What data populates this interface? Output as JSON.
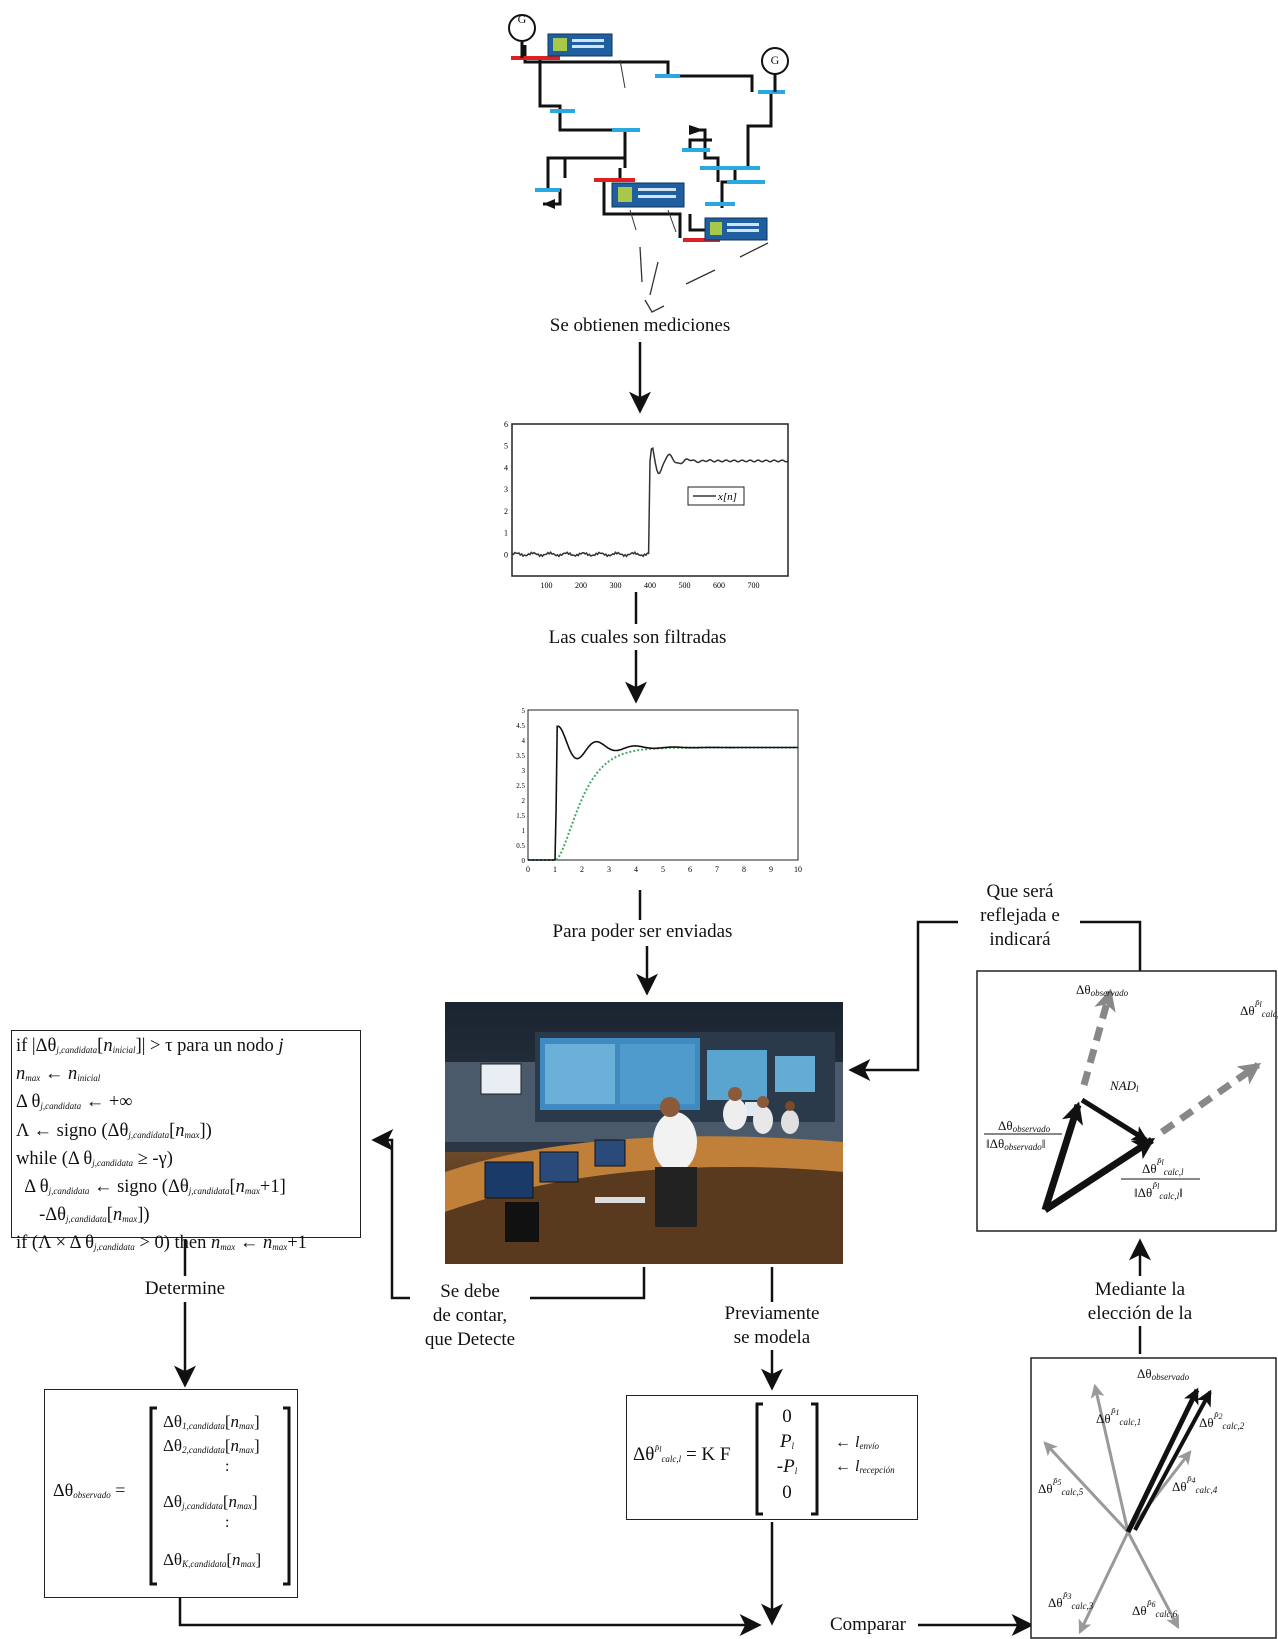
{
  "labels": {
    "measure": "Se obtienen mediciones",
    "filtered": "Las cuales son filtradas",
    "send": "Para poder ser enviadas",
    "reflect1": "Que será",
    "reflect2": "reflejada e",
    "reflect3": "indicará",
    "count1": "Se debe",
    "count2": "de contar,",
    "count3": "que Detecte",
    "determine": "Determine",
    "model1": "Previamente",
    "model2": "se modela",
    "choose1": "Mediante la",
    "choose2": "elección de la",
    "compare": "Comparar"
  },
  "network": {
    "generator_symbol": "G",
    "colors": {
      "line": "#111111",
      "bus_red": "#e02020",
      "bus_blue": "#2aa8e0",
      "device": "#1f5f9f",
      "screen": "#a8c84a"
    }
  },
  "chart_raw": {
    "type": "line",
    "legend": "x[n]",
    "x_ticks": [
      100,
      200,
      300,
      400,
      500,
      600,
      700
    ],
    "y_ticks": [
      0,
      1,
      2,
      3,
      4,
      5,
      6
    ],
    "xlim": [
      0,
      800
    ],
    "ylim": [
      -1,
      6
    ],
    "series": [
      {
        "name": "x[n]",
        "baseline": 0,
        "step_at": 400,
        "peak": 5.4,
        "final": 4.3
      }
    ]
  },
  "chart_filtered": {
    "type": "line",
    "x_ticks": [
      0,
      1,
      2,
      3,
      4,
      5,
      6,
      7,
      8,
      9,
      10
    ],
    "y_ticks": [
      0,
      0.5,
      1,
      1.5,
      2,
      2.5,
      3,
      3.5,
      4,
      4.5,
      5
    ],
    "xlim": [
      0,
      10
    ],
    "ylim": [
      0,
      5
    ],
    "series": [
      {
        "step_at": 1,
        "peak": 4.35,
        "final": 3.75,
        "color": "#111111"
      },
      {
        "step_at": 1,
        "final": 3.75,
        "color": "#44aa66",
        "dashed": true
      }
    ]
  },
  "algorithm": {
    "line1": {
      "a": "if |Δθ",
      "b": "j,candidata",
      "c": "[",
      "d": "n",
      "e": "inicial",
      "f": "]| > τ para un nodo ",
      "g": "j"
    },
    "line2": {
      "a": "n",
      "b": "max",
      "c": " ← ",
      "d": "n",
      "e": "inicial"
    },
    "line3": {
      "a": "Δ θ",
      "b": "j,candidata",
      "c": " ← +∞"
    },
    "line4": {
      "a": "Λ ← signo (Δθ",
      "b": "j,candidata",
      "c": "[",
      "d": "n",
      "e": "max",
      "f": "])"
    },
    "line5": {
      "a": "while (Δ θ",
      "b": "j,candidata",
      "c": " ≥ -γ)"
    },
    "line6": {
      "a": "  Δ θ",
      "b": "j,candidata",
      "c": " ← signo (Δθ",
      "d": "j,candidata",
      "e": "[",
      "f": "n",
      "g": "max",
      "h": "+1]"
    },
    "line7": {
      "a": "     -Δθ",
      "b": "j,candidata",
      "c": "[",
      "d": "n",
      "e": "max",
      "f": "])"
    },
    "line8": {
      "a": "if (Λ × Δ θ",
      "b": "j,candidata",
      "c": " > 0) then ",
      "d": "n",
      "e": "max",
      "f": " ← ",
      "g": "n",
      "h": "max",
      "i": "+1"
    }
  },
  "observed_vector": {
    "lhs_a": "Δθ",
    "lhs_b": "observado",
    "lhs_c": " =",
    "rows": [
      {
        "a": "Δθ",
        "b": "1,candidata",
        "c": "[",
        "d": "n",
        "e": "max",
        "f": "]"
      },
      {
        "a": "Δθ",
        "b": "2,candidata",
        "c": "[",
        "d": "n",
        "e": "max",
        "f": "]"
      },
      {
        "a": "Δθ",
        "b": "j,candidata",
        "c": "[",
        "d": "n",
        "e": "max",
        "f": "]"
      },
      {
        "a": "Δθ",
        "b": "K,candidata",
        "c": "[",
        "d": "n",
        "e": "max",
        "f": "]"
      }
    ],
    "dots": ":"
  },
  "model_eq": {
    "lhs_a": "Δθ",
    "lhs_sup": "P̃l",
    "lhs_b": "calc,l",
    "lhs_c": " = K F",
    "cells": [
      "0",
      "P",
      "-P",
      "0"
    ],
    "cell_sub": "l",
    "send_arrow": "← ",
    "send_a": "l",
    "send_b": "envío",
    "recv_arrow": "← ",
    "recv_a": "l",
    "recv_b": "recepción"
  },
  "nad_box": {
    "obs_a": "Δθ",
    "obs_b": "observado",
    "calc_a": "Δθ",
    "calc_sup": "P̃l",
    "calc_b": "calc,l",
    "nad_a": "NAD",
    "nad_b": "l",
    "frac1_num_a": "Δθ",
    "frac1_num_b": "observado",
    "frac1_den_a": "‖Δθ",
    "frac1_den_b": "observado",
    "frac1_den_c": "‖",
    "frac2_num_a": "Δθ",
    "frac2_num_sup": "P̃l",
    "frac2_num_b": "calc,l",
    "frac2_den_a": "‖Δθ",
    "frac2_den_sup": "P̃l",
    "frac2_den_b": "calc,l",
    "frac2_den_c": "‖"
  },
  "candidates_box": {
    "obs_a": "Δθ",
    "obs_b": "observado",
    "vectors": [
      {
        "a": "Δθ",
        "sup": "P̃1",
        "b": "calc,1"
      },
      {
        "a": "Δθ",
        "sup": "P̃2",
        "b": "calc,2"
      },
      {
        "a": "Δθ",
        "sup": "P̃3",
        "b": "calc,3"
      },
      {
        "a": "Δθ",
        "sup": "P̃4",
        "b": "calc,4"
      },
      {
        "a": "Δθ",
        "sup": "P̃5",
        "b": "calc,5"
      },
      {
        "a": "Δθ",
        "sup": "P̃6",
        "b": "calc,6"
      }
    ]
  }
}
